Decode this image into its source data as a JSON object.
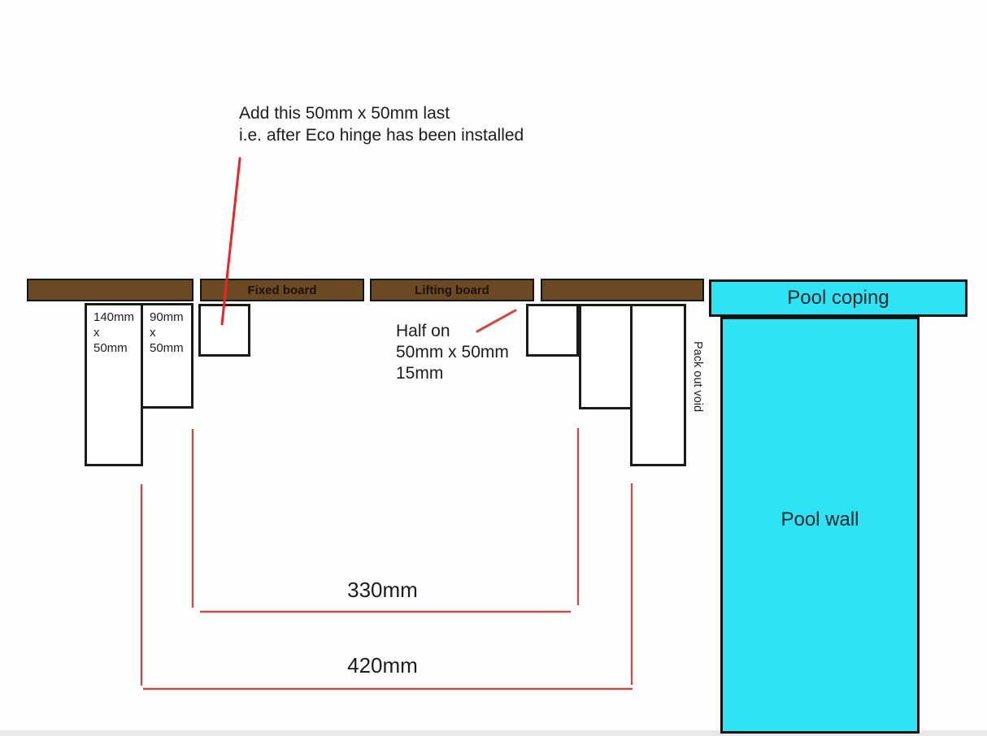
{
  "colors": {
    "board_brown": "#6b4a23",
    "pool_cyan": "#2ee4f4",
    "outline_black": "#141414",
    "leader_red": "#ee2227",
    "dimension_red": "#c0504d",
    "text_black": "#1e1e1e"
  },
  "annotation": {
    "line1": "Add this 50mm x 50mm last",
    "line2": "i.e. after Eco hinge has been installed"
  },
  "boards": {
    "fixed_board_label": "Fixed board",
    "lifting_board_label": "Lifting board"
  },
  "timber_blocks": {
    "block_140": {
      "line1": "140mm",
      "line2": "x",
      "line3": "50mm"
    },
    "block_90": {
      "line1": "90mm",
      "line2": "x",
      "line3": "50mm"
    }
  },
  "half_on_note": {
    "line1": "Half on",
    "line2": "50mm x 50mm",
    "line3": "15mm"
  },
  "pack_out_void_label": "Pack out void",
  "pool": {
    "coping_label": "Pool coping",
    "wall_label": "Pool wall"
  },
  "dimensions": {
    "inner": "330mm",
    "outer": "420mm"
  }
}
